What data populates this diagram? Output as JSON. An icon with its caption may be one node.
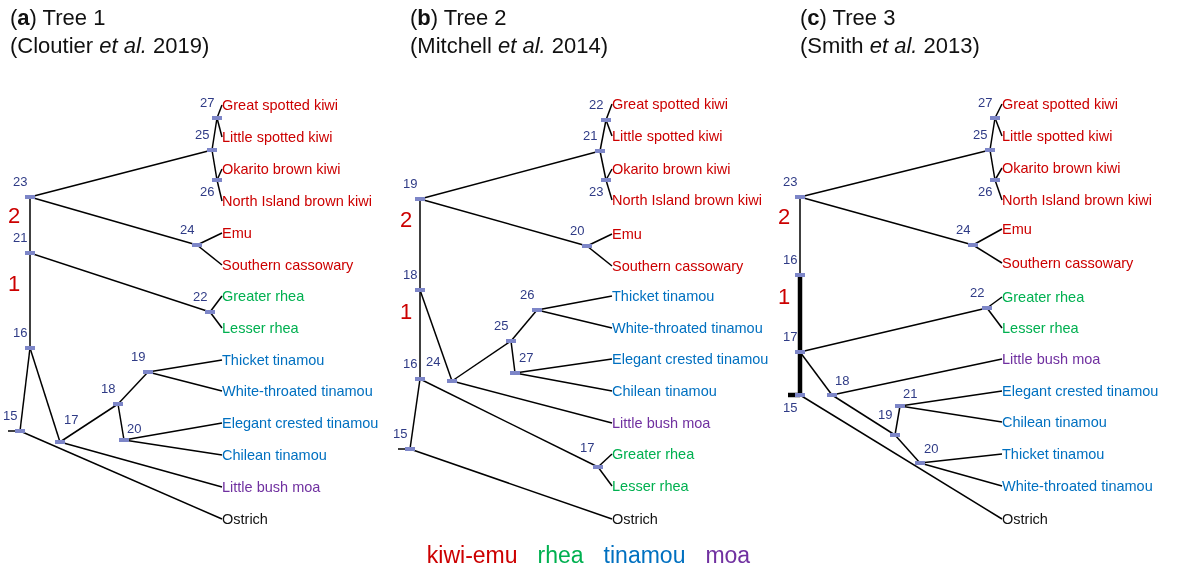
{
  "diagram": {
    "nodes": [
      {
        "text": [
          "15"
        ]
      },
      {
        "text": [
          "16"
        ]
      },
      {
        "text": [
          "17"
        ]
      },
      {
        "text": [
          "18"
        ]
      },
      {
        "text": [
          "19"
        ]
      },
      {
        "text": [
          "20"
        ]
      },
      {
        "text": [
          "21"
        ]
      },
      {
        "text": [
          "22"
        ]
      },
      {
        "text": [
          "23"
        ]
      },
      {
        "text": [
          "24"
        ]
      },
      {
        "text": [
          "25"
        ]
      },
      {
        "text": [
          "26"
        ]
      },
      {
        "text": [
          "27"
        ]
      },
      {
        "text": [
          "Great spotted kiwi"
        ]
      },
      {
        "text": [
          "Little spotted kiwi"
        ]
      },
      {
        "text": [
          "Okarito brown kiwi"
        ]
      },
      {
        "text": [
          "North Island brown kiwi"
        ]
      },
      {
        "text": [
          "Emu"
        ]
      },
      {
        "text": [
          "Southern cassowary"
        ]
      },
      {
        "text": [
          "Greater rhea"
        ]
      },
      {
        "text": [
          "Lesser rhea"
        ]
      },
      {
        "text": [
          "Thicket tinamou"
        ]
      },
      {
        "text": [
          "White-throated tinamou"
        ]
      },
      {
        "text": [
          "Elegant crested tinamou"
        ]
      },
      {
        "text": [
          "Chilean tinamou"
        ]
      },
      {
        "text": [
          "Little bush moa"
        ]
      },
      {
        "text": [
          "Ostrich"
        ]
      },
      {
        "text": [
          "15"
        ]
      },
      {
        "text": [
          "16"
        ]
      },
      {
        "text": [
          "17"
        ]
      },
      {
        "text": [
          "18"
        ]
      },
      {
        "text": [
          "19"
        ]
      },
      {
        "text": [
          "20"
        ]
      },
      {
        "text": [
          "21"
        ]
      },
      {
        "text": [
          "22"
        ]
      },
      {
        "text": [
          "23"
        ]
      },
      {
        "text": [
          "24"
        ]
      },
      {
        "text": [
          "25"
        ]
      },
      {
        "text": [
          "26"
        ]
      },
      {
        "text": [
          "27"
        ]
      },
      {
        "text": [
          "Great spotted kiwi"
        ]
      },
      {
        "text": [
          "Little spotted kiwi"
        ]
      },
      {
        "text": [
          "Okarito brown kiwi"
        ]
      },
      {
        "text": [
          "North Island brown kiwi"
        ]
      },
      {
        "text": [
          "Emu"
        ]
      },
      {
        "text": [
          "Southern cassowary"
        ]
      },
      {
        "text": [
          "Thicket tinamou"
        ]
      },
      {
        "text": [
          "White-throated tinamou"
        ]
      },
      {
        "text": [
          "Elegant crested tinamou"
        ]
      },
      {
        "text": [
          "Chilean tinamou"
        ]
      },
      {
        "text": [
          "Little bush moa"
        ]
      },
      {
        "text": [
          "Greater rhea"
        ]
      },
      {
        "text": [
          "Lesser rhea"
        ]
      },
      {
        "text": [
          "Ostrich"
        ]
      },
      {
        "text": [
          "15"
        ]
      },
      {
        "text": [
          "16"
        ]
      },
      {
        "text": [
          "17"
        ]
      },
      {
        "text": [
          "18"
        ]
      },
      {
        "text": [
          "19"
        ]
      },
      {
        "text": [
          "20"
        ]
      },
      {
        "text": [
          "21"
        ]
      },
      {
        "text": [
          "22"
        ]
      },
      {
        "text": [
          "23"
        ]
      },
      {
        "text": [
          "24"
        ]
      },
      {
        "text": [
          "25"
        ]
      },
      {
        "text": [
          "26"
        ]
      },
      {
        "text": [
          "27"
        ]
      },
      {
        "text": [
          "Great spotted kiwi"
        ]
      },
      {
        "text": [
          "Little spotted kiwi"
        ]
      },
      {
        "text": [
          "Okarito brown kiwi"
        ]
      },
      {
        "text": [
          "North Island brown kiwi"
        ]
      },
      {
        "text": [
          "Emu"
        ]
      },
      {
        "text": [
          "Southern cassowary"
        ]
      },
      {
        "text": [
          "Greater rhea"
        ]
      },
      {
        "text": [
          "Lesser rhea"
        ]
      },
      {
        "text": [
          "Little bush moa"
        ]
      },
      {
        "text": [
          "Elegant crested tinamou"
        ]
      },
      {
        "text": [
          "Chilean tinamou"
        ]
      },
      {
        "text": [
          "Thicket tinamou"
        ]
      },
      {
        "text": [
          "White-throated tinamou"
        ]
      },
      {
        "text": [
          "Ostrich"
        ]
      }
    ],
    "edges": [
      {
        "from": null,
        "to": 0,
        "arrow": "none"
      },
      {
        "from": 0,
        "to": 1,
        "arrow": "none"
      },
      {
        "from": 0,
        "to": 26,
        "arrow": "none"
      },
      {
        "from": 1,
        "to": 2,
        "arrow": "none"
      },
      {
        "from": 1,
        "to": 6,
        "arrow": "none"
      },
      {
        "from": 2,
        "to": 3,
        "arrow": "none"
      },
      {
        "from": 2,
        "to": 25,
        "arrow": "none"
      },
      {
        "from": 3,
        "to": 4,
        "arrow": "none"
      },
      {
        "from": 3,
        "to": 5,
        "arrow": "none"
      },
      {
        "from": 4,
        "to": 21,
        "arrow": "none"
      },
      {
        "from": 4,
        "to": 22,
        "arrow": "none"
      },
      {
        "from": 5,
        "to": 23,
        "arrow": "none"
      },
      {
        "from": 5,
        "to": 24,
        "arrow": "none"
      },
      {
        "from": 6,
        "to": 8,
        "arrow": "none"
      },
      {
        "from": 6,
        "to": 7,
        "arrow": "none"
      },
      {
        "from": 7,
        "to": 19,
        "arrow": "none"
      },
      {
        "from": 7,
        "to": 20,
        "arrow": "none"
      },
      {
        "from": 8,
        "to": 10,
        "arrow": "none"
      },
      {
        "from": 8,
        "to": 9,
        "arrow": "none"
      },
      {
        "from": 9,
        "to": 17,
        "arrow": "none"
      },
      {
        "from": 9,
        "to": 18,
        "arrow": "none"
      },
      {
        "from": 10,
        "to": 12,
        "arrow": "none"
      },
      {
        "from": 10,
        "to": 11,
        "arrow": "none"
      },
      {
        "from": 12,
        "to": 13,
        "arrow": "none"
      },
      {
        "from": 12,
        "to": 14,
        "arrow": "none"
      },
      {
        "from": 11,
        "to": 15,
        "arrow": "none"
      },
      {
        "from": 11,
        "to": 16,
        "arrow": "none"
      },
      {
        "from": null,
        "to": 27,
        "arrow": "none"
      },
      {
        "from": 27,
        "to": 28,
        "arrow": "none"
      },
      {
        "from": 27,
        "to": 53,
        "arrow": "none"
      },
      {
        "from": 28,
        "to": 30,
        "arrow": "none"
      },
      {
        "from": 28,
        "to": 29,
        "arrow": "none"
      },
      {
        "from": 30,
        "to": 31,
        "arrow": "none"
      },
      {
        "from": 30,
        "to": 36,
        "arrow": "none"
      },
      {
        "from": 31,
        "to": 33,
        "arrow": "none"
      },
      {
        "from": 31,
        "to": 32,
        "arrow": "none"
      },
      {
        "from": 33,
        "to": 34,
        "arrow": "none"
      },
      {
        "from": 33,
        "to": 35,
        "arrow": "none"
      },
      {
        "from": 34,
        "to": 40,
        "arrow": "none"
      },
      {
        "from": 34,
        "to": 41,
        "arrow": "none"
      },
      {
        "from": 35,
        "to": 42,
        "arrow": "none"
      },
      {
        "from": 35,
        "to": 43,
        "arrow": "none"
      },
      {
        "from": 32,
        "to": 44,
        "arrow": "none"
      },
      {
        "from": 32,
        "to": 45,
        "arrow": "none"
      },
      {
        "from": 36,
        "to": 37,
        "arrow": "none"
      },
      {
        "from": 36,
        "to": 50,
        "arrow": "none"
      },
      {
        "from": 37,
        "to": 38,
        "arrow": "none"
      },
      {
        "from": 37,
        "to": 39,
        "arrow": "none"
      },
      {
        "from": 38,
        "to": 46,
        "arrow": "none"
      },
      {
        "from": 38,
        "to": 47,
        "arrow": "none"
      },
      {
        "from": 39,
        "to": 48,
        "arrow": "none"
      },
      {
        "from": 39,
        "to": 49,
        "arrow": "none"
      },
      {
        "from": 29,
        "to": 51,
        "arrow": "none"
      },
      {
        "from": 29,
        "to": 52,
        "arrow": "none"
      },
      {
        "from": null,
        "to": 54,
        "arrow": "none",
        "style": "thick"
      },
      {
        "from": 54,
        "to": 56,
        "arrow": "none",
        "style": "thick"
      },
      {
        "from": 54,
        "to": 80,
        "arrow": "none"
      },
      {
        "from": 56,
        "to": 55,
        "arrow": "none",
        "style": "thick"
      },
      {
        "from": 55,
        "to": 62,
        "arrow": "none"
      },
      {
        "from": 56,
        "to": 61,
        "arrow": "none"
      },
      {
        "from": 56,
        "to": 57,
        "arrow": "none"
      },
      {
        "from": 57,
        "to": 75,
        "arrow": "none"
      },
      {
        "from": 57,
        "to": 58,
        "arrow": "none"
      },
      {
        "from": 58,
        "to": 60,
        "arrow": "none"
      },
      {
        "from": 58,
        "to": 59,
        "arrow": "none"
      },
      {
        "from": 60,
        "to": 76,
        "arrow": "none"
      },
      {
        "from": 60,
        "to": 77,
        "arrow": "none"
      },
      {
        "from": 59,
        "to": 78,
        "arrow": "none"
      },
      {
        "from": 59,
        "to": 79,
        "arrow": "none"
      },
      {
        "from": 61,
        "to": 73,
        "arrow": "none"
      },
      {
        "from": 61,
        "to": 74,
        "arrow": "none"
      },
      {
        "from": 62,
        "to": 64,
        "arrow": "none"
      },
      {
        "from": 62,
        "to": 63,
        "arrow": "none"
      },
      {
        "from": 63,
        "to": 71,
        "arrow": "none"
      },
      {
        "from": 63,
        "to": 72,
        "arrow": "none"
      },
      {
        "from": 64,
        "to": 66,
        "arrow": "none"
      },
      {
        "from": 64,
        "to": 65,
        "arrow": "none"
      },
      {
        "from": 66,
        "to": 67,
        "arrow": "none"
      },
      {
        "from": 66,
        "to": 68,
        "arrow": "none"
      },
      {
        "from": 65,
        "to": 69,
        "arrow": "none"
      },
      {
        "from": 65,
        "to": 70,
        "arrow": "none"
      }
    ],
    "labels": [
      "(**a**) Tree 1",
      "(**b**) Tree 2",
      "(**c**) Tree 3",
      "(Cloutier *et al.* 2019)",
      "(Mitchell *et al.* 2014)",
      "(Smith *et al.* 2013)",
      "2",
      "2",
      "2",
      "1",
      "1",
      "1"
    ],
    "legend": [
      {
        "text": "kiwi-emu",
        "color": "#cc0000"
      },
      {
        "text": "rhea",
        "color": "#00b050"
      },
      {
        "text": "tinamou",
        "color": "#0070c0"
      },
      {
        "text": "moa",
        "color": "#7030a0"
      }
    ]
  }
}
